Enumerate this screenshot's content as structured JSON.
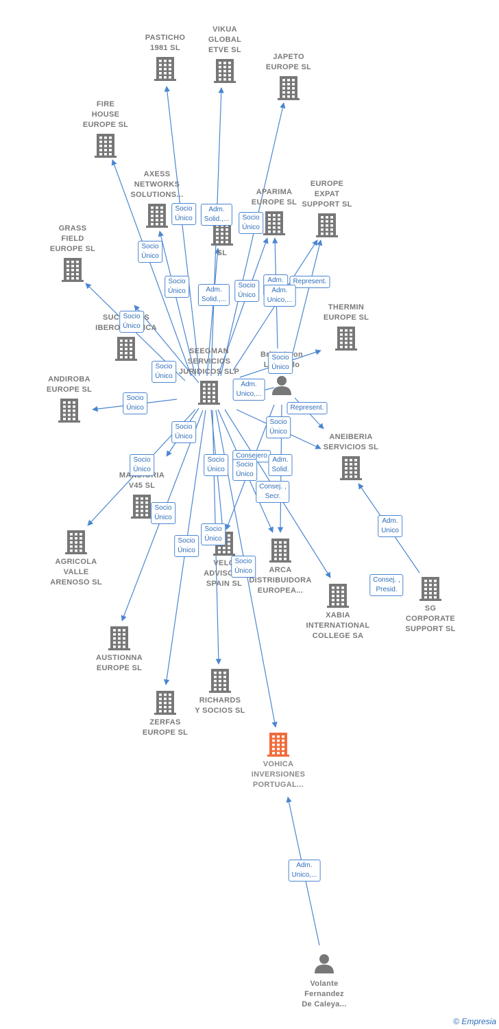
{
  "nodes": [
    {
      "id": "pasticho",
      "label": "PASTICHO\n1981  SL",
      "type": "company"
    },
    {
      "id": "vikua",
      "label": "VIKUA\nGLOBAL\nETVE  SL",
      "type": "company"
    },
    {
      "id": "japeto",
      "label": "JAPETO\nEUROPE  SL",
      "type": "company"
    },
    {
      "id": "firehouse",
      "label": "FIRE\nHOUSE\nEUROPE  SL",
      "type": "company"
    },
    {
      "id": "axess",
      "label": "AXESS\nNETWORKS\nSOLUTIONS...",
      "type": "company"
    },
    {
      "id": "partial_sl",
      "label": "SL",
      "type": "company"
    },
    {
      "id": "aparima",
      "label": "APARIMA\nEUROPE  SL",
      "type": "company"
    },
    {
      "id": "europeexpat",
      "label": "EUROPE\nEXPAT\nSUPPORT  SL",
      "type": "company"
    },
    {
      "id": "grassfield",
      "label": "GRASS\nFIELD\nEUROPE  SL",
      "type": "company"
    },
    {
      "id": "sucregas",
      "label": "SUCRE GAS\nIBEROAMERICA",
      "type": "company"
    },
    {
      "id": "thermin",
      "label": "THERMIN\nEUROPE  SL",
      "type": "company"
    },
    {
      "id": "seegman",
      "label": "SEEGMAN\nSERVICIOS\nJURIDICOS  SLP",
      "type": "company"
    },
    {
      "id": "britto",
      "label": "Britto Leon\nLeonardo",
      "type": "person"
    },
    {
      "id": "andiroba",
      "label": "ANDIROBA\nEUROPE  SL",
      "type": "company"
    },
    {
      "id": "aneiberia",
      "label": "ANEIBERIA\nSERVICIOS  SL",
      "type": "company"
    },
    {
      "id": "mandioria",
      "label": "MANDIORIA\nV45  SL",
      "type": "company"
    },
    {
      "id": "agricola",
      "label": "AGRICOLA\nVALLE\nARENOSO  SL",
      "type": "company"
    },
    {
      "id": "velo",
      "label": "VELO\nADVISORS\nSPAIN  SL",
      "type": "company"
    },
    {
      "id": "arca",
      "label": "ARCA\nDISTRIBUIDORA\nEUROPEA...",
      "type": "company"
    },
    {
      "id": "xabia",
      "label": "XABIA\nINTERNATIONAL\nCOLLEGE SA",
      "type": "company"
    },
    {
      "id": "sgcorporate",
      "label": "SG\nCORPORATE\nSUPPORT  SL",
      "type": "company"
    },
    {
      "id": "austionna",
      "label": "AUSTIONNA\nEUROPE  SL",
      "type": "company"
    },
    {
      "id": "richards",
      "label": "RICHARDS\nY SOCIOS  SL",
      "type": "company"
    },
    {
      "id": "zerfas",
      "label": "ZERFAS\nEUROPE  SL",
      "type": "company"
    },
    {
      "id": "vohica",
      "label": "VOHICA\nINVERSIONES\nPORTUGAL...",
      "type": "focus"
    },
    {
      "id": "volante",
      "label": "Volante\nFernandez\nDe Caleya...",
      "type": "person"
    }
  ],
  "edges": [
    {
      "from": "seegman",
      "to": "pasticho",
      "label": "Socio\nÚnico"
    },
    {
      "from": "seegman",
      "to": "vikua",
      "label": "Adm.\nSolid.,..."
    },
    {
      "from": "seegman",
      "to": "japeto",
      "label": "Socio\nÚnico"
    },
    {
      "from": "seegman",
      "to": "firehouse",
      "label": "Socio\nÚnico"
    },
    {
      "from": "seegman",
      "to": "axess",
      "label": "Socio\nÚnico"
    },
    {
      "from": "seegman",
      "to": "partial_sl",
      "label": "Adm.\nSolid.,..."
    },
    {
      "from": "seegman",
      "to": "aparima",
      "label": "Socio\nÚnico"
    },
    {
      "from": "britto",
      "to": "aparima",
      "label": "Adm.\nUnico"
    },
    {
      "from": "britto",
      "to": "europeexpat",
      "label": "Represent."
    },
    {
      "from": "seegman",
      "to": "europeexpat",
      "label": "Adm.\nUnico,..."
    },
    {
      "from": "seegman",
      "to": "grassfield",
      "label": "Socio\nÚnico"
    },
    {
      "from": "seegman",
      "to": "sucregas",
      "label": "Socio\nÚnico"
    },
    {
      "from": "seegman",
      "to": "thermin",
      "label": "Socio\nÚnico"
    },
    {
      "from": "britto",
      "to": "seegman",
      "label": "Adm.\nUnico,..."
    },
    {
      "from": "seegman",
      "to": "andiroba",
      "label": "Socio\nÚnico"
    },
    {
      "from": "britto",
      "to": "aneiberia",
      "label": "Represent."
    },
    {
      "from": "seegman",
      "to": "aneiberia",
      "label": "Socio\nÚnico"
    },
    {
      "from": "seegman",
      "to": "mandioria",
      "label": "Socio\nÚnico"
    },
    {
      "from": "seegman",
      "to": "agricola",
      "label": "Socio\nÚnico"
    },
    {
      "from": "seegman",
      "to": "velo",
      "label": "Socio\nÚnico"
    },
    {
      "from": "britto",
      "to": "velo",
      "label": "Consejero"
    },
    {
      "from": "seegman",
      "to": "arca",
      "label": "Socio\nÚnico"
    },
    {
      "from": "britto",
      "to": "arca",
      "label": "Adm.\nSolid."
    },
    {
      "from": "seegman",
      "to": "xabia",
      "label": "Consej. ,\nSecr."
    },
    {
      "from": "seegman",
      "to": "austionna",
      "label": "Socio\nÚnico"
    },
    {
      "from": "seegman",
      "to": "richards",
      "label": "Socio\nÚnico"
    },
    {
      "from": "seegman",
      "to": "zerfas",
      "label": "Socio\nÚnico"
    },
    {
      "from": "seegman",
      "to": "vohica",
      "label": "Socio\nÚnico"
    },
    {
      "from": "sgcorporate",
      "to": "aneiberia",
      "label": "Adm.\nUnico"
    },
    {
      "from": "sgcorporate",
      "to": "sgcorporate",
      "label": "Consej. ,\nPresid."
    },
    {
      "from": "volante",
      "to": "vohica",
      "label": "Adm.\nUnico,..."
    }
  ],
  "colors": {
    "edge": "#4a86d0",
    "building": "#777777",
    "focus": "#f26b3a",
    "label": "#7a7a7a",
    "badge": "#2f6db8"
  },
  "credit": {
    "symbol": "©",
    "brand": "Empresia"
  }
}
